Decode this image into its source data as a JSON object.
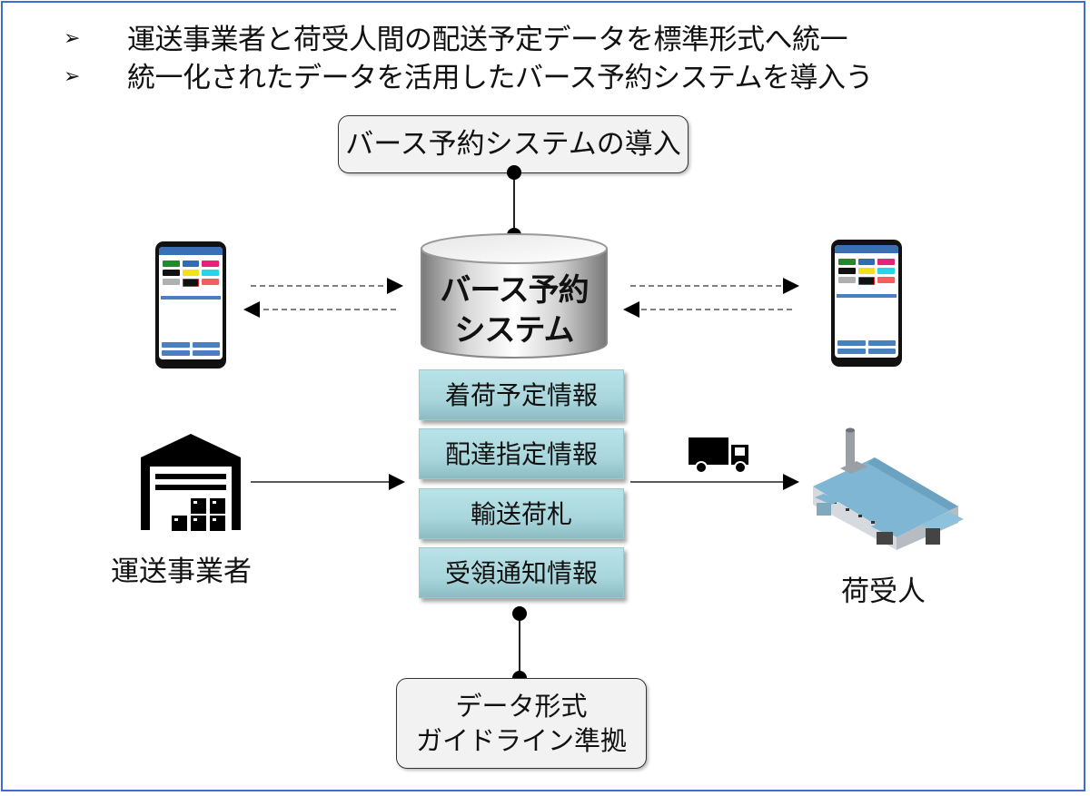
{
  "bullets": [
    {
      "mark": "➢",
      "text": "運送事業者と荷受人間の配送予定データを標準形式へ統一"
    },
    {
      "mark": "➢",
      "text": "統一化されたデータを活用したバース予約システムを導入う"
    }
  ],
  "top_box": {
    "text": "バース予約システムの導入"
  },
  "system": {
    "line1": "バース予約",
    "line2": "システム",
    "icon": "database-cylinder-icon"
  },
  "info_items": [
    {
      "text": "着荷予定情報"
    },
    {
      "text": "配達指定情報"
    },
    {
      "text": "輸送荷札"
    },
    {
      "text": "受領通知情報"
    }
  ],
  "bottom_box": {
    "line1": "データ形式",
    "line2": "ガイドライン準拠"
  },
  "left_actor": {
    "label": "運送事業者",
    "icon": "warehouse-icon"
  },
  "right_actor": {
    "label": "荷受人",
    "icon": "factory-icon"
  },
  "transport_icon": "truck-icon",
  "devices": [
    "smartphone-icon",
    "smartphone-icon"
  ],
  "colors": {
    "frame": "#3a6fd0",
    "info_fill": "#a8d6dc",
    "box_fill": "#f2f2f2",
    "factory_roof": "#7fb6d3"
  }
}
